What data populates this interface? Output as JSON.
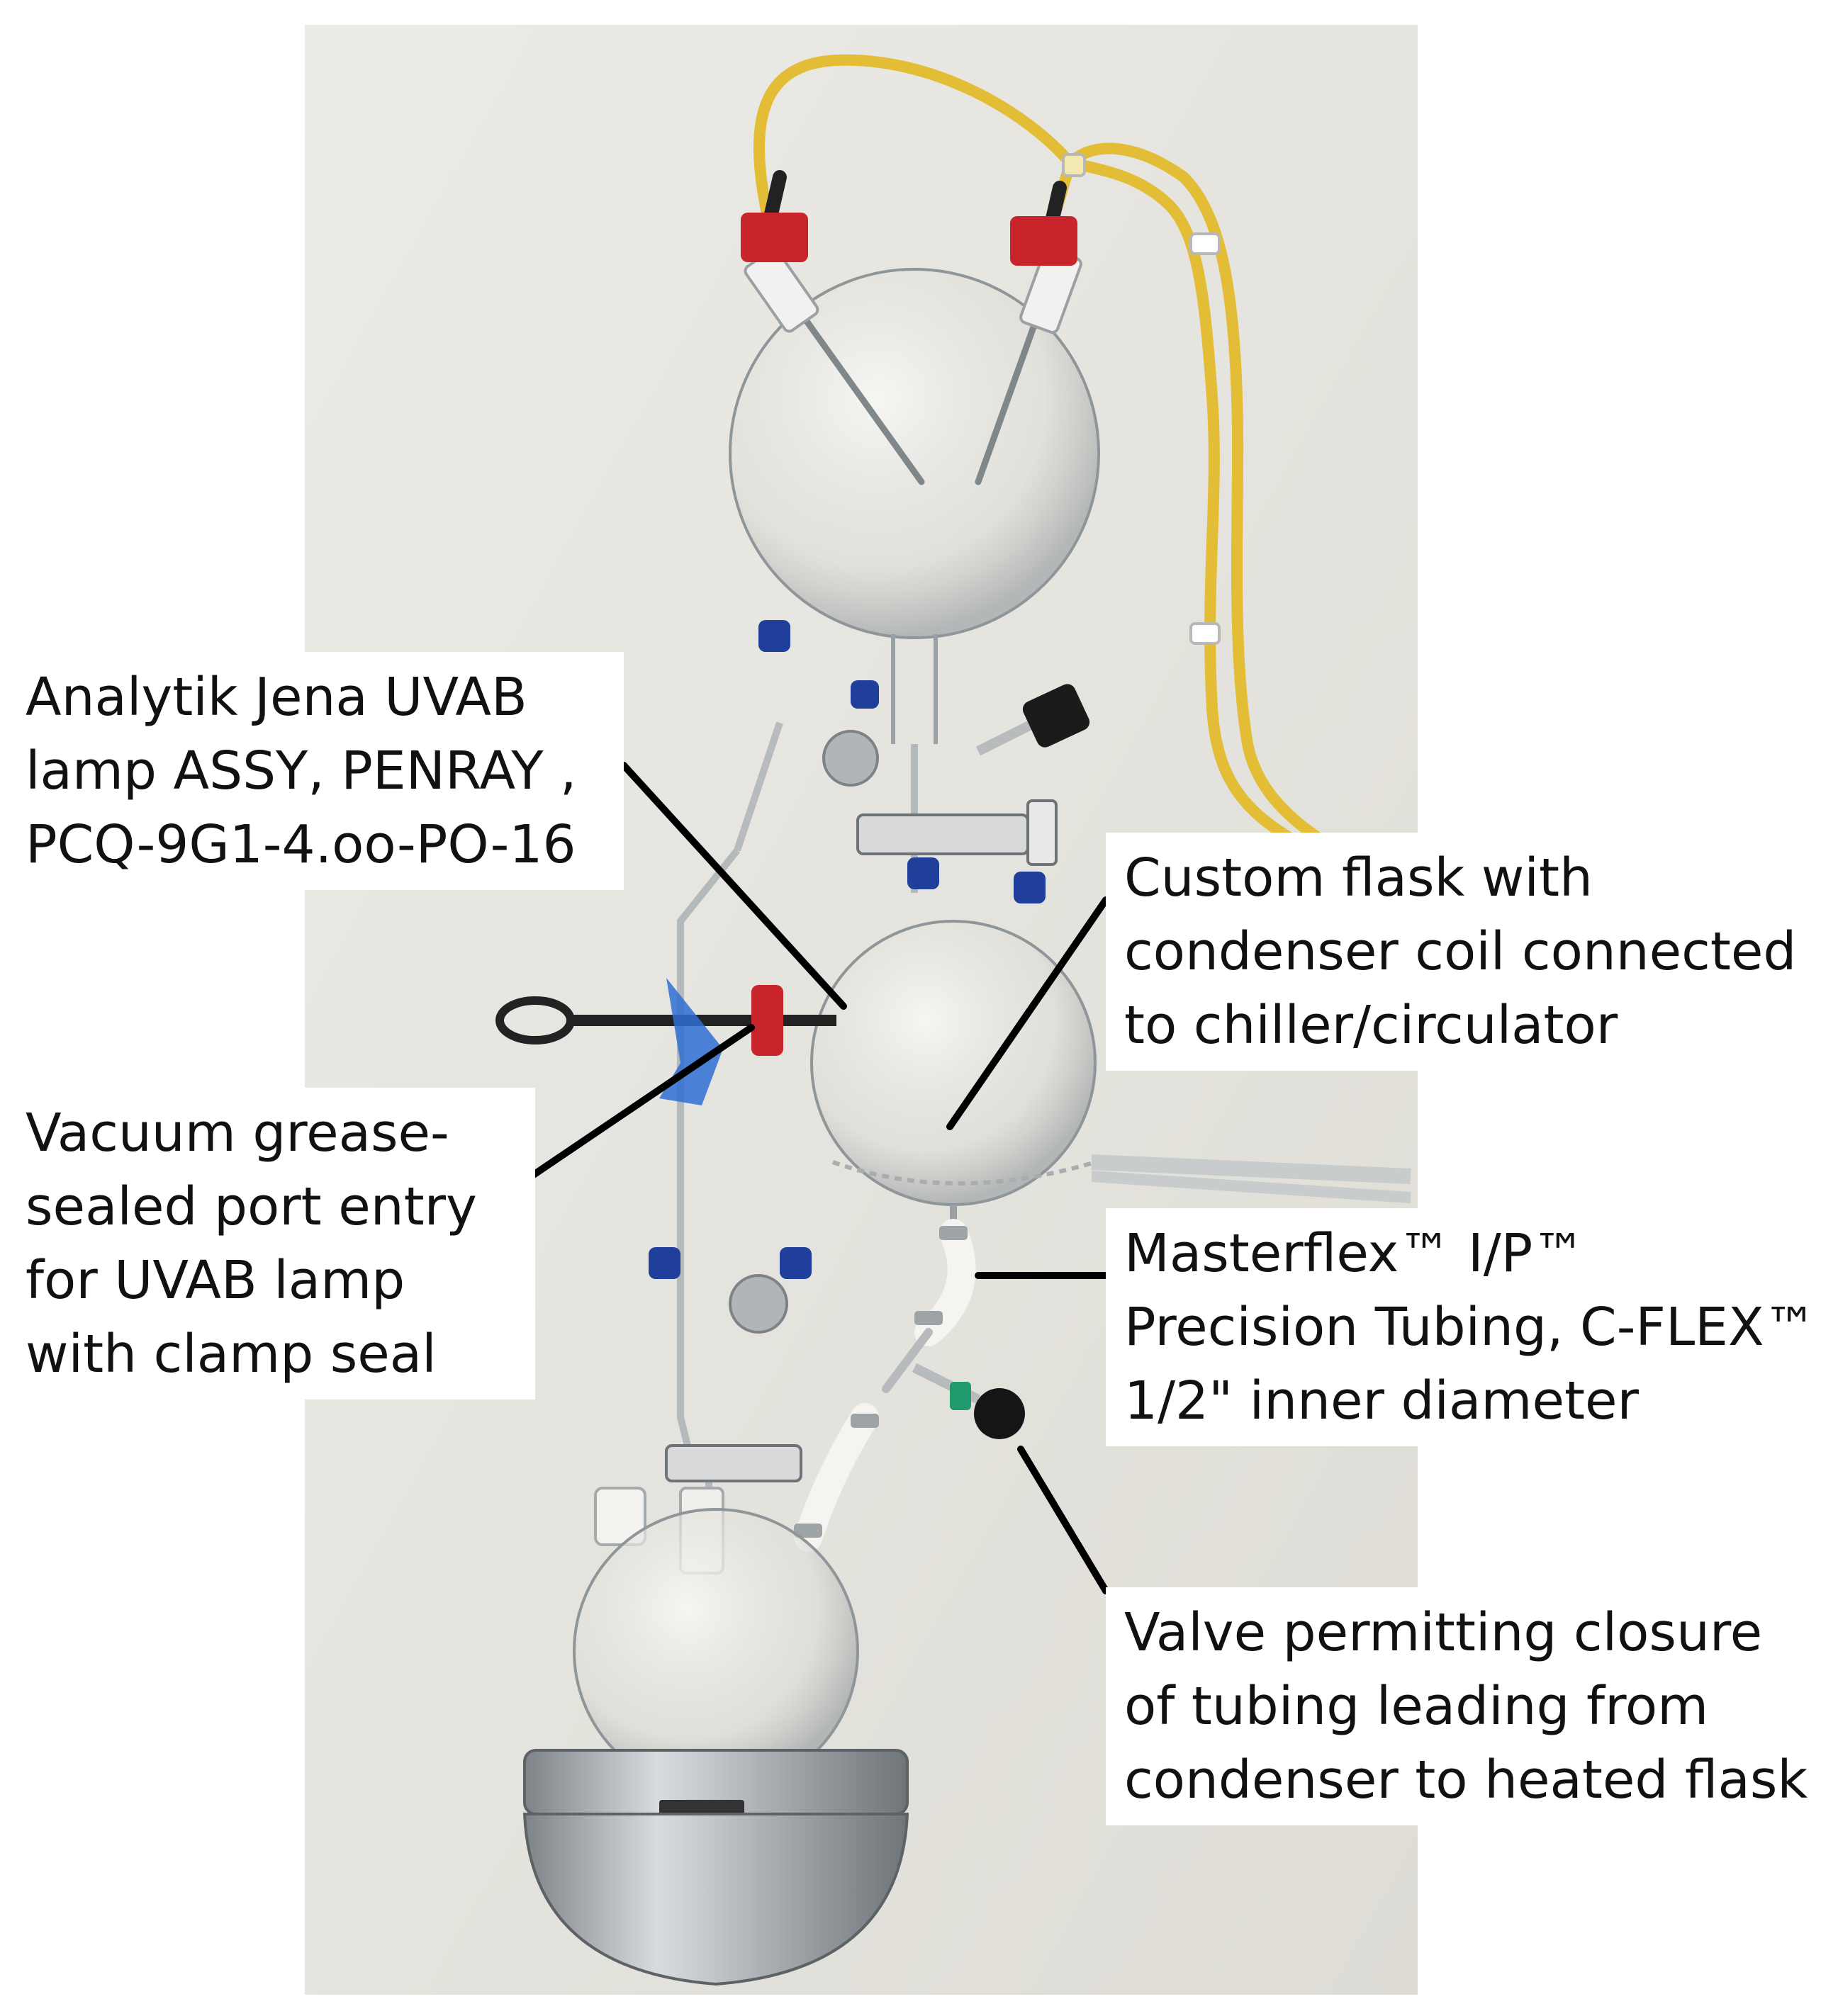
{
  "photo": {
    "subject": "laboratory glass apparatus mounted on a wall",
    "colors": {
      "wall": "#e9e7e1",
      "outer_background": "#ffffff",
      "tubing_yellow": "#e9c23a",
      "cap_red": "#c8242c",
      "knob_blue": "#1f3f9a",
      "aluminum": "#b9bcbf",
      "label_text": "#111111",
      "leader_line": "#000000"
    }
  },
  "labels": {
    "lamp": {
      "line1": "Analytik Jena UVAB",
      "line2": "lamp ASSY, PENRAY ,",
      "line3": "PCQ-9G1-4.oo-PO-16"
    },
    "flask": {
      "line1": "Custom flask with",
      "line2": "condenser coil connected",
      "line3": "to chiller/circulator"
    },
    "port": {
      "line1": "Vacuum grease-",
      "line2": "sealed port entry",
      "line3": "for UVAB lamp",
      "line4": "with clamp seal"
    },
    "tubing": {
      "line1": "Masterflex™ I/P™",
      "line2": "Precision Tubing, C-FLEX™",
      "line3": "1/2\" inner diameter"
    },
    "valve": {
      "line1": "Valve permitting closure",
      "line2": "of tubing leading from",
      "line3": "condenser to heated flask"
    }
  }
}
